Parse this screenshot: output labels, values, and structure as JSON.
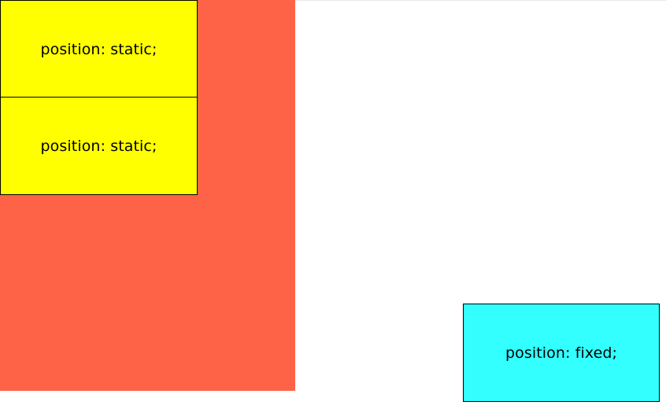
{
  "colors": {
    "container_background": "#ff6347",
    "static_box_background": "#ffff00",
    "fixed_box_background": "#33ffff",
    "border": "#000000"
  },
  "boxes": {
    "static_1": {
      "label": "position: static;"
    },
    "static_2": {
      "label": "position: static;"
    },
    "fixed": {
      "label": "position: fixed;"
    }
  }
}
